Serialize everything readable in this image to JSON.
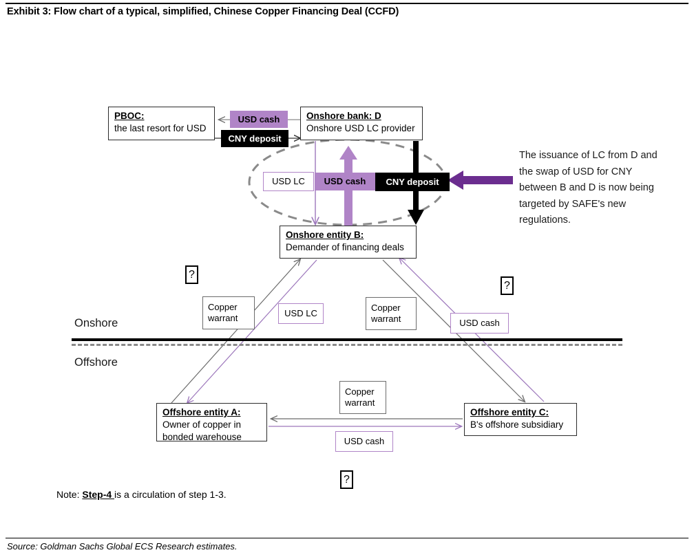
{
  "header": {
    "title": "Exhibit 3: Flow chart of a typical, simplified, Chinese Copper Financing Deal (CCFD)"
  },
  "footer": {
    "source": "Source: Goldman Sachs Global ECS Research estimates."
  },
  "colors": {
    "purple_fill": "#b084c7",
    "purple_outline": "#b084c7",
    "purple_bold_arrow": "#6b2d8f",
    "black": "#000000",
    "gray_arrow": "#6b6b6b",
    "gray_dashed": "#8a8a8a"
  },
  "entities": {
    "pboc": {
      "title": "PBOC:",
      "subtitle": "the last resort for USD"
    },
    "bank_d": {
      "title": "Onshore bank: D",
      "subtitle": "Onshore USD LC provider"
    },
    "entity_b": {
      "title": "Onshore entity B:",
      "subtitle": "Demander of financing deals"
    },
    "entity_a": {
      "title": "Offshore entity A:",
      "subtitle_line1": "Owner of copper in",
      "subtitle_line2": "bonded warehouse"
    },
    "entity_c": {
      "title": "Offshore entity C:",
      "subtitle": "B's offshore subsidiary"
    }
  },
  "flow_labels": {
    "pboc_usd_cash": "USD cash",
    "pboc_cny_deposit": "CNY deposit",
    "ellipse_usd_lc": "USD LC",
    "ellipse_usd_cash": "USD cash",
    "ellipse_cny_deposit": "CNY deposit",
    "left_copper_warrant": "Copper\nwarrant",
    "left_usd_lc": "USD LC",
    "right_copper_warrant": "Copper\nwarrant",
    "right_usd_cash": "USD cash",
    "bottom_copper_warrant": "Copper\nwarrant",
    "bottom_usd_cash": "USD cash"
  },
  "regions": {
    "onshore": "Onshore",
    "offshore": "Offshore"
  },
  "annotation": {
    "text": "The issuance of LC from D and\nthe swap of USD for CNY\nbetween B and D is now being\ntargeted by SAFE's new\nregulations."
  },
  "note": {
    "prefix": "Note: ",
    "emphasis": "Step-4 ",
    "suffix": "is a circulation of step 1-3."
  },
  "glyph_boxes": {
    "q1": "?",
    "q2": "?",
    "q3": "?"
  }
}
